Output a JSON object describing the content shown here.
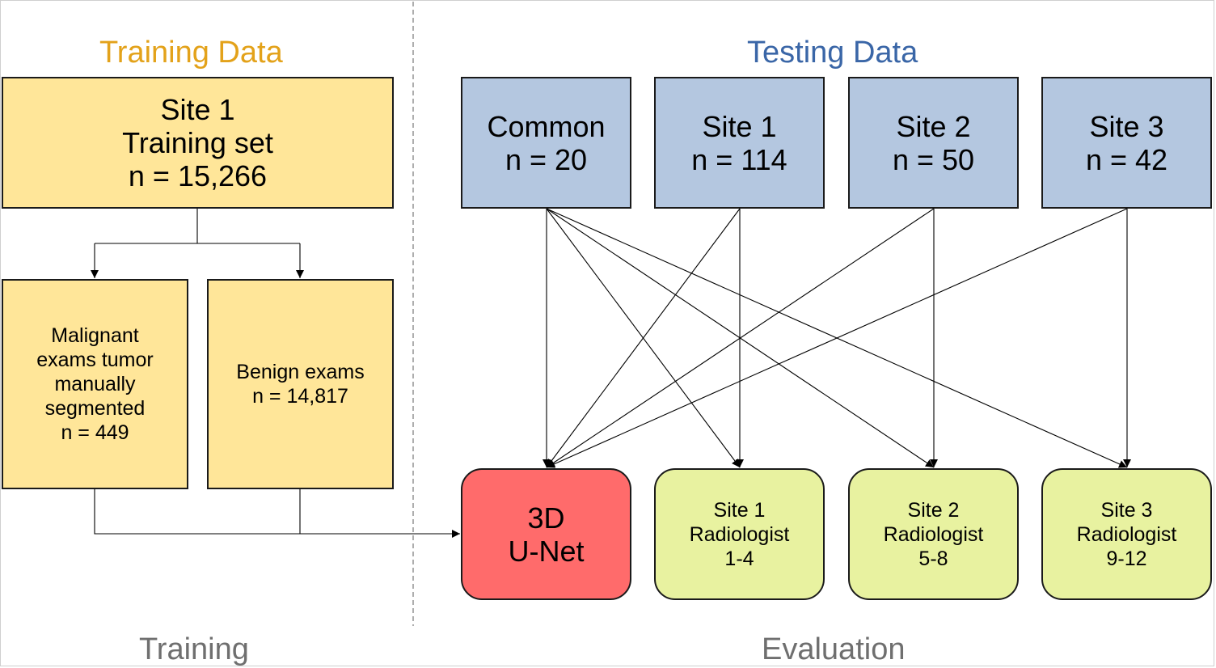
{
  "headings": {
    "training_data": "Training Data",
    "testing_data": "Testing Data",
    "training": "Training",
    "evaluation": "Evaluation"
  },
  "training_set": {
    "line1": "Site 1",
    "line2": "Training set",
    "line3": "n = 15,266"
  },
  "malignant": {
    "line1": "Malignant",
    "line2": "exams tumor",
    "line3": "manually",
    "line4": "segmented",
    "line5": "n = 449"
  },
  "benign": {
    "line1": "Benign exams",
    "line2": "n = 14,817"
  },
  "test_sets": [
    {
      "name": "Common",
      "n": "n = 20"
    },
    {
      "name": "Site 1",
      "n": "n = 114"
    },
    {
      "name": "Site 2",
      "n": "n = 50"
    },
    {
      "name": "Site 3",
      "n": "n = 42"
    }
  ],
  "unet": {
    "line1": "3D",
    "line2": "U-Net"
  },
  "radiologists": [
    {
      "line1": "Site 1",
      "line2": "Radiologist",
      "line3": "1-4"
    },
    {
      "line1": "Site 2",
      "line2": "Radiologist",
      "line3": "5-8"
    },
    {
      "line1": "Site 3",
      "line2": "Radiologist",
      "line3": "9-12"
    }
  ],
  "colors": {
    "training_heading": "#e3a21a",
    "testing_heading": "#3a66a7",
    "training_box": "#ffe699",
    "testing_box": "#b4c7e0",
    "unet_box": "#ff6b6b",
    "radiologist_box": "#e8f2a0"
  }
}
